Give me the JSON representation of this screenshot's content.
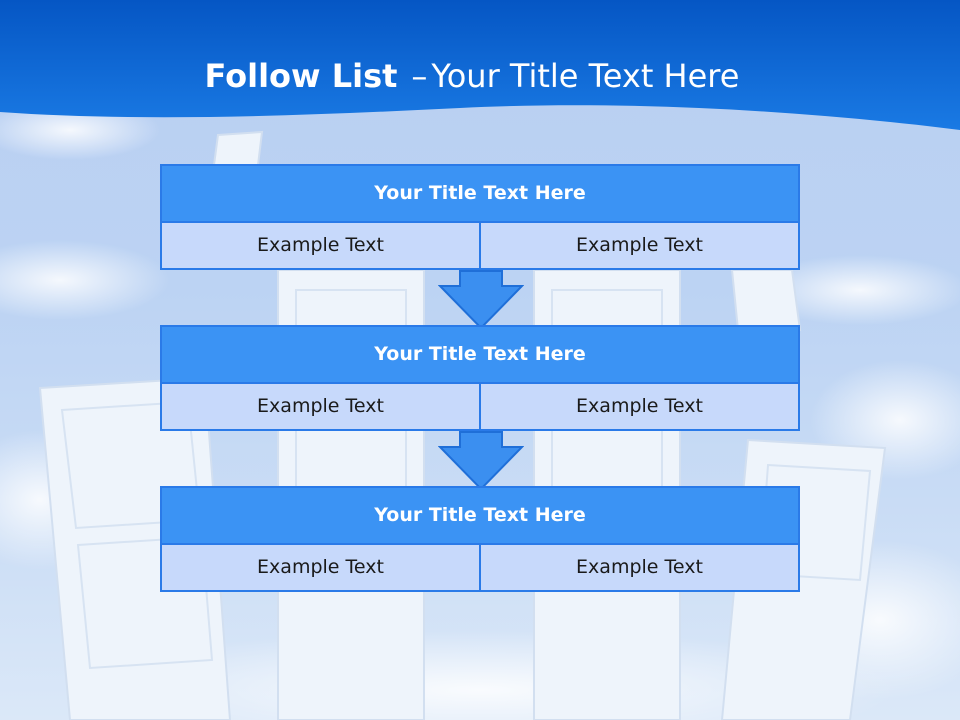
{
  "title": {
    "bold": "Follow List",
    "dash": "–",
    "rest": "Your Title Text Here"
  },
  "colors": {
    "banner": "#0a6ad8",
    "block_header": "#3b93f4",
    "block_border": "#2a7ae8",
    "cell_fill": "#c7d9fb",
    "arrow": "#3b8ff0"
  },
  "blocks": [
    {
      "title": "Your Title Text Here",
      "cells": [
        "Example Text",
        "Example Text"
      ]
    },
    {
      "title": "Your Title Text Here",
      "cells": [
        "Example Text",
        "Example Text"
      ]
    },
    {
      "title": "Your Title Text Here",
      "cells": [
        "Example Text",
        "Example Text"
      ]
    }
  ],
  "arrows": [
    {
      "direction": "down",
      "icon": "down-arrow-icon"
    },
    {
      "direction": "down",
      "icon": "down-arrow-icon"
    }
  ]
}
